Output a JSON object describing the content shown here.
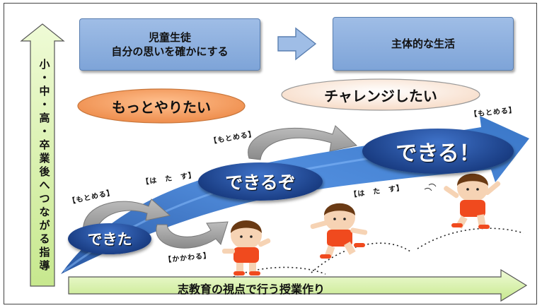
{
  "top_box_left": {
    "line1": "児童生徒",
    "line2": "自分の思いを確かにする"
  },
  "top_box_right": {
    "label": "主体的な生活"
  },
  "bubble_motto": "もっとやりたい",
  "bubble_challenge": "チャレンジしたい",
  "stage_dekita": "できた",
  "stage_dekiruzo": "できるぞ",
  "stage_dekiru": "できる！",
  "tags": {
    "motomeru_1": "【もとめる】",
    "hatasu_1": "【は　た　す】",
    "kakawaru": "【かかわる】",
    "motomeru_2": "【もとめる】",
    "hatasu_2": "【は　た　す】",
    "motomeru_3": "【もとめる】"
  },
  "vertical_label": [
    "小",
    "・",
    "中",
    "・",
    "高",
    "・",
    "卒",
    "業",
    "後",
    "へ",
    "つ",
    "な",
    "が",
    "る",
    "指",
    "導"
  ],
  "bottom_label": "志教育の視点で行う授業作り",
  "colors": {
    "box_blue": "#8fb2e0",
    "orange_bubble": "#f5a36a",
    "pale_bubble": "#fbeee4",
    "ramp_blue": "#3d7fd1",
    "green_arrow": "#d8f0a8",
    "kid_shirt": "#f04a1e",
    "kid_hair": "#6a3a14"
  }
}
